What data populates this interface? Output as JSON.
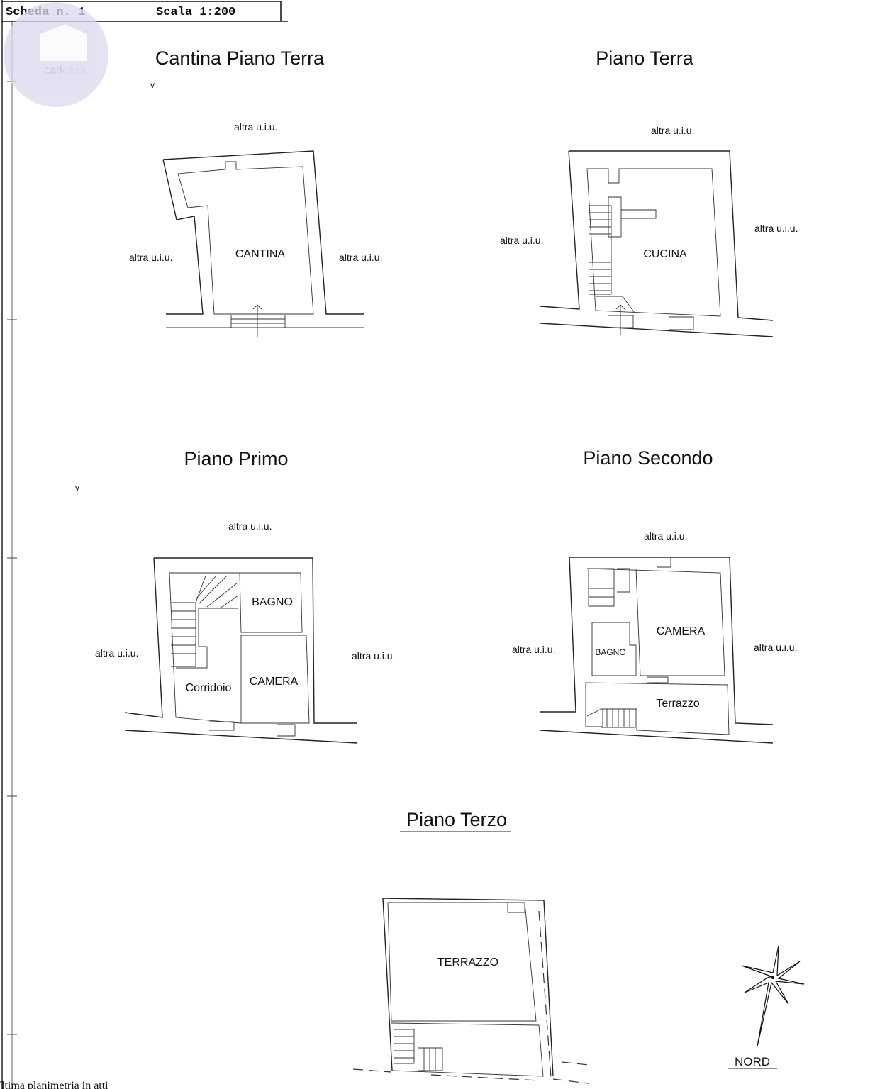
{
  "header": {
    "scheda": "Scheda n. 1",
    "scala": "Scala 1:200"
  },
  "logo": {
    "text_a": "cari",
    "text_b": "casa",
    "circle_color": "#d9d9f0",
    "text_color": "#c8c8e8"
  },
  "plans": {
    "cantina": {
      "title": "Cantina Piano Terra",
      "room": "CANTINA",
      "top": "altra u.i.u.",
      "left": "altra u.i.u.",
      "right": "altra u.i.u."
    },
    "terra": {
      "title": "Piano Terra",
      "room": "CUCINA",
      "top": "altra u.i.u.",
      "left": "altra u.i.u.",
      "right": "altra u.i.u."
    },
    "primo": {
      "title": "Piano Primo",
      "room_bagno": "BAGNO",
      "room_camera": "CAMERA",
      "room_corridoio": "Corridoio",
      "top": "altra u.i.u.",
      "left": "altra u.i.u.",
      "right": "altra u.i.u."
    },
    "secondo": {
      "title": "Piano Secondo",
      "room_camera": "CAMERA",
      "room_bagno": "BAGNO",
      "room_terrazzo": "Terrazzo",
      "top": "altra u.i.u.",
      "left": "altra u.i.u.",
      "right": "altra u.i.u."
    },
    "terzo": {
      "title": "Piano Terzo",
      "room": "TERRAZZO"
    }
  },
  "compass": {
    "label": "NORD"
  },
  "footer": {
    "note": "ltima planimetria in atti"
  }
}
